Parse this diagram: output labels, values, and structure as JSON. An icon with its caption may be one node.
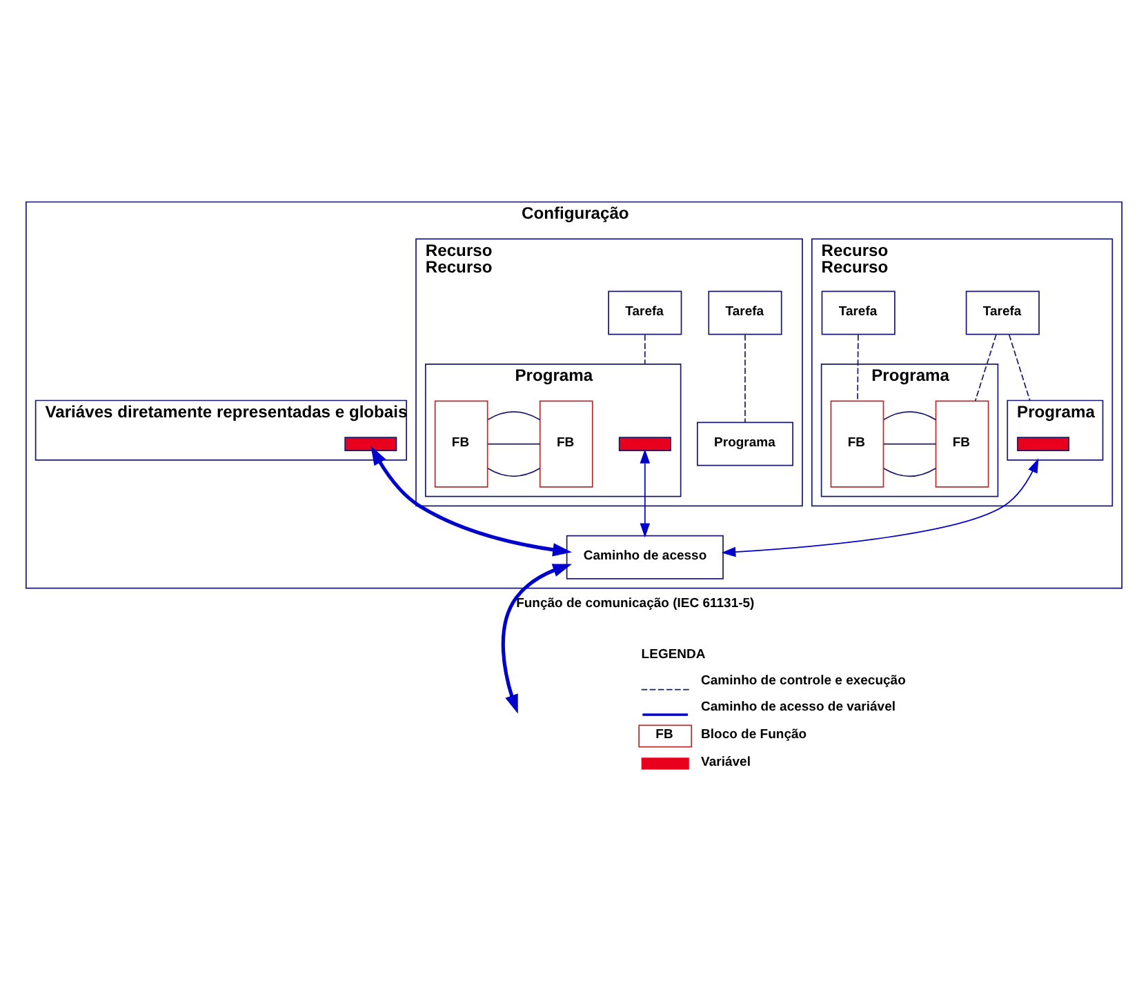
{
  "diagram": {
    "nodes": [
      {
        "text": [
          "Configuração"
        ]
      },
      {
        "text": [
          "Recurso",
          "Recurso"
        ],
        "in": 0
      },
      {
        "text": [
          "Tarefa"
        ],
        "in": 1
      },
      {
        "text": [
          "Tarefa"
        ],
        "in": 1
      },
      {
        "text": [
          "Programa"
        ],
        "in": 1
      },
      {
        "text": [],
        "shape": "bar",
        "in": 4
      },
      {
        "text": [
          "Programa"
        ],
        "in": 1
      },
      {
        "text": [
          "FB"
        ],
        "in": 6
      },
      {
        "text": [
          "FB"
        ],
        "in": 6
      },
      {
        "text": [
          "Recurso",
          "Recurso"
        ],
        "in": 0
      },
      {
        "text": [
          "Tarefa"
        ],
        "in": 9
      },
      {
        "text": [
          "Tarefa"
        ],
        "in": 9
      },
      {
        "text": [
          "Programa"
        ],
        "in": 9
      },
      {
        "text": [
          "Programa"
        ],
        "in": 9
      },
      {
        "text": [],
        "shape": "bar",
        "in": 13
      },
      {
        "text": [
          "FB"
        ],
        "in": 13
      },
      {
        "text": [
          "FB"
        ],
        "in": 13
      },
      {
        "text": [
          "Variáves diretamente representadas e globais"
        ],
        "in": 0
      },
      {
        "text": [],
        "shape": "bar",
        "in": 17
      },
      {
        "text": [
          "Caminho de acesso"
        ],
        "in": 0
      }
    ],
    "edges": [
      {
        "from": 2,
        "to": 4,
        "arrow": "none",
        "style": "dashed"
      },
      {
        "from": 2,
        "to": 7,
        "arrow": "none",
        "style": "dashed"
      },
      {
        "from": 3,
        "to": 8,
        "arrow": "none",
        "style": "dashed"
      },
      {
        "from": 7,
        "to": 8,
        "arrow": "none"
      },
      {
        "from": 7,
        "to": 8,
        "arrow": "none"
      },
      {
        "from": 7,
        "to": 8,
        "arrow": "none"
      },
      {
        "from": 10,
        "to": 12,
        "arrow": "none",
        "style": "dashed"
      },
      {
        "from": 11,
        "to": 13,
        "arrow": "none",
        "style": "dashed"
      },
      {
        "from": 15,
        "to": 16,
        "arrow": "none"
      },
      {
        "from": 15,
        "to": 16,
        "arrow": "none"
      },
      {
        "from": 15,
        "to": 16,
        "arrow": "none"
      },
      {
        "from": 19,
        "to": 4,
        "arrow": "both",
        "color": "#0000cc"
      },
      {
        "from": 19,
        "to": 14,
        "arrow": "both",
        "color": "#0000cc"
      },
      {
        "from": 18,
        "to": 19,
        "arrow": "both",
        "style": "thick",
        "color": "#0000cc"
      },
      {
        "from": 19,
        "to": null,
        "arrow": "both",
        "style": "thick",
        "color": "#0000cc",
        "label": "Função de comunicação (IEC 61131-5)"
      }
    ],
    "labels": [
      "LEGENDA",
      "FB"
    ],
    "legend": [
      {
        "text": "Caminho de controle e execução"
      },
      {
        "text": "Caminho de acesso de variável"
      },
      {
        "text": "Bloco de Função"
      },
      {
        "text": "Variável",
        "color": "#e8001c"
      }
    ]
  }
}
